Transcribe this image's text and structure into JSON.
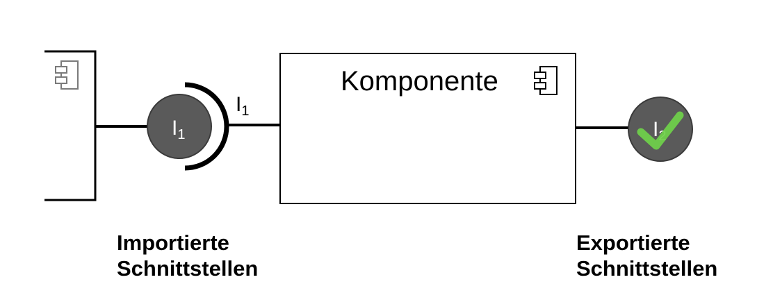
{
  "colors": {
    "stroke": "#000000",
    "box_fill": "#ffffff",
    "interface_fill": "#5a5a5a",
    "interface_stroke": "#3a3a3a",
    "interface_text": "#ffffff",
    "icon_stroke": "#7a7a7a",
    "checkmark": "#6fd14a"
  },
  "component": {
    "label": "Komponente",
    "icon": "component-icon"
  },
  "left_component": {
    "icon": "component-icon"
  },
  "imported_interface": {
    "base": "I",
    "subscript": "1",
    "socket_label_base": "I",
    "socket_label_subscript": "1"
  },
  "exported_interface": {
    "base": "I",
    "subscript": "2",
    "overlay_icon": "checkmark-icon"
  },
  "captions": {
    "imported": {
      "line1": "Importierte",
      "line2": "Schnittstellen"
    },
    "exported": {
      "line1": "Exportierte",
      "line2": "Schnittstellen"
    }
  }
}
